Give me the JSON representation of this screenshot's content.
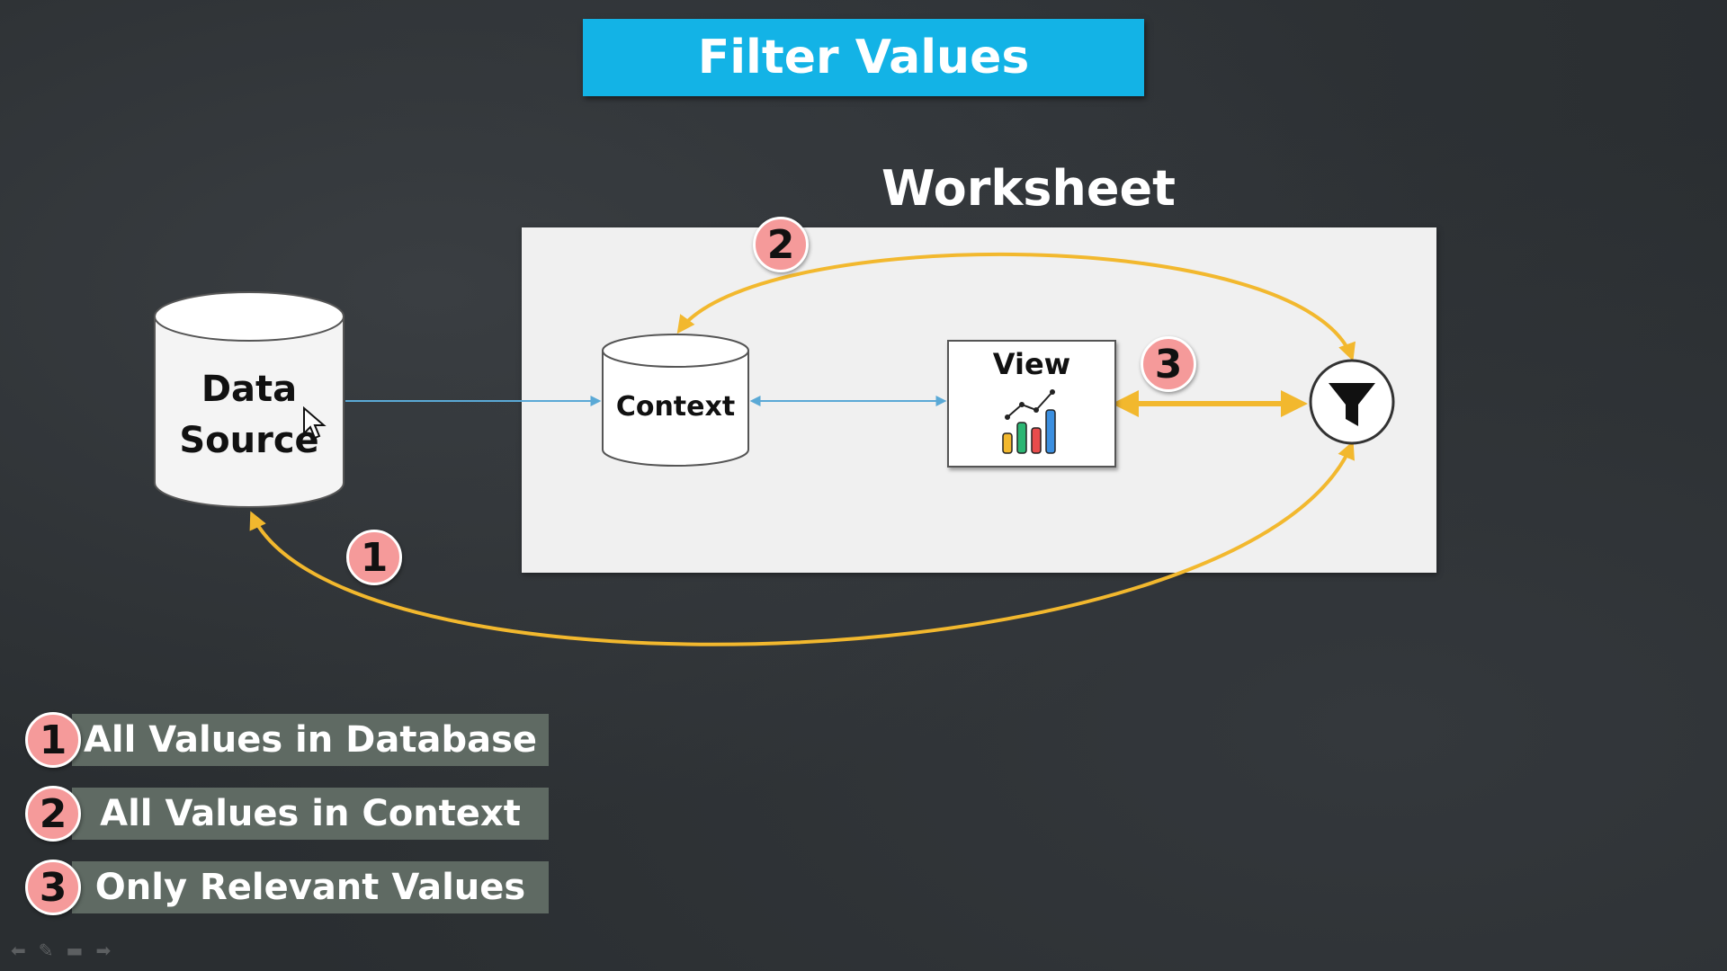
{
  "title": "Filter Values",
  "worksheet": {
    "label": "Worksheet"
  },
  "nodes": {
    "data_source": {
      "line1": "Data",
      "line2": "Source"
    },
    "context": {
      "label": "Context"
    },
    "view": {
      "label": "View"
    }
  },
  "badges": {
    "one": "1",
    "two": "2",
    "three": "3"
  },
  "legend": [
    {
      "number": "1",
      "text": "All Values in Database"
    },
    {
      "number": "2",
      "text": "All Values in Context"
    },
    {
      "number": "3",
      "text": "Only Relevant Values"
    }
  ],
  "colors": {
    "title_bg": "#13b3e6",
    "arc": "#f2b82e",
    "connector": "#5aa9d6",
    "badge": "#f59a9a",
    "legend_bg": "#5f6a63",
    "bar_colors": [
      "#f2b82e",
      "#2bb673",
      "#e84c4c",
      "#3b8fe0"
    ]
  },
  "icons": [
    "funnel-icon",
    "chart-icon",
    "cursor-icon"
  ]
}
